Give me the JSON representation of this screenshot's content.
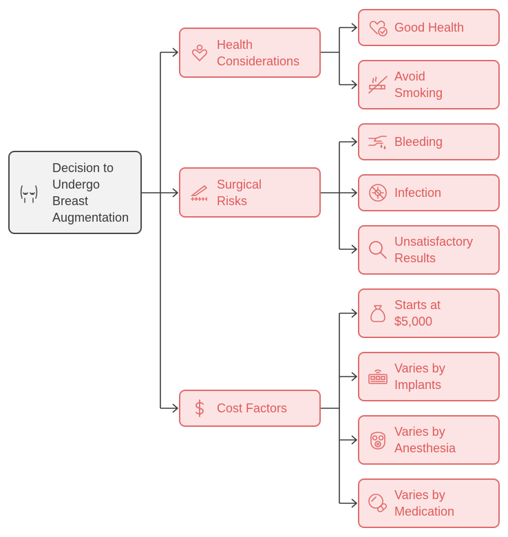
{
  "colors": {
    "root_border": "#4a4a4a",
    "root_fill": "#f2f2f2",
    "accent": "#e06c6c",
    "node_fill": "#fde4e4",
    "connector": "#3a3a3a"
  },
  "root": {
    "label": "Decision to\nUndergo\nBreast\nAugmentation",
    "icon": "body-torso-icon"
  },
  "categories": [
    {
      "label": "Health\nConsiderations",
      "icon": "heart-person-icon",
      "children": [
        {
          "label": "Good Health",
          "icon": "heart-check-icon"
        },
        {
          "label": "Avoid\nSmoking",
          "icon": "no-smoking-icon"
        }
      ]
    },
    {
      "label": "Surgical\nRisks",
      "icon": "scalpel-icon",
      "children": [
        {
          "label": "Bleeding",
          "icon": "bleeding-hand-icon"
        },
        {
          "label": "Infection",
          "icon": "virus-icon"
        },
        {
          "label": "Unsatisfactory\nResults",
          "icon": "magnifier-icon"
        }
      ]
    },
    {
      "label": "Cost Factors",
      "icon": "dollar-icon",
      "children": [
        {
          "label": "Starts at\n$5,000",
          "icon": "money-bag-icon"
        },
        {
          "label": "Varies by\nImplants",
          "icon": "implant-device-icon"
        },
        {
          "label": "Varies by\nAnesthesia",
          "icon": "gas-mask-icon"
        },
        {
          "label": "Varies by\nMedication",
          "icon": "pill-icon"
        }
      ]
    }
  ]
}
